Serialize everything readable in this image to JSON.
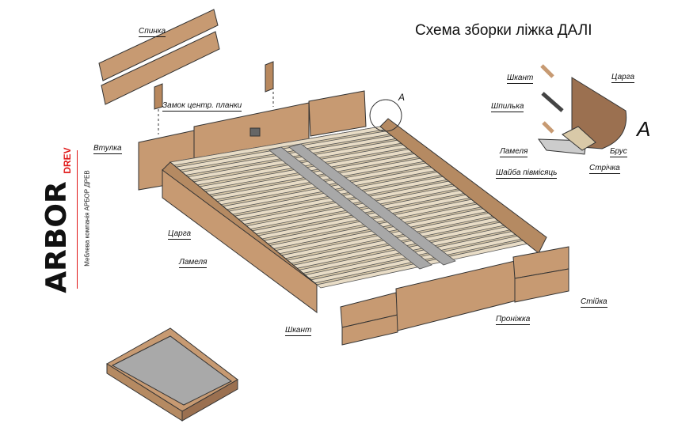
{
  "title": "Схема зборки ліжка ДАЛІ",
  "logo": {
    "brand": "ARBOR",
    "accent": "DREV",
    "tagline": "Меблева компанія АРБОР ДРЕВ",
    "accent_color": "#e01818"
  },
  "labels": {
    "headboard": "Спинка",
    "center_lock": "Замок центр. планки",
    "bushing": "Втулка",
    "side_rail": "Царга",
    "slat": "Ламеля",
    "dowel": "Шкант",
    "crossbar": "Проніжка",
    "post": "Стійка",
    "callout": "A"
  },
  "detail": {
    "marker": "A",
    "dowel": "Шкант",
    "side_rail": "Царга",
    "stud": "Шпилька",
    "slat": "Ламеля",
    "beam": "Брус",
    "washer": "Шайба півмісяць",
    "strip": "Стрічка"
  },
  "colors": {
    "wood": "#c79a72",
    "wood_dark": "#9b7050",
    "slat": "#e8dcc6",
    "bar": "#a8a8a8"
  }
}
